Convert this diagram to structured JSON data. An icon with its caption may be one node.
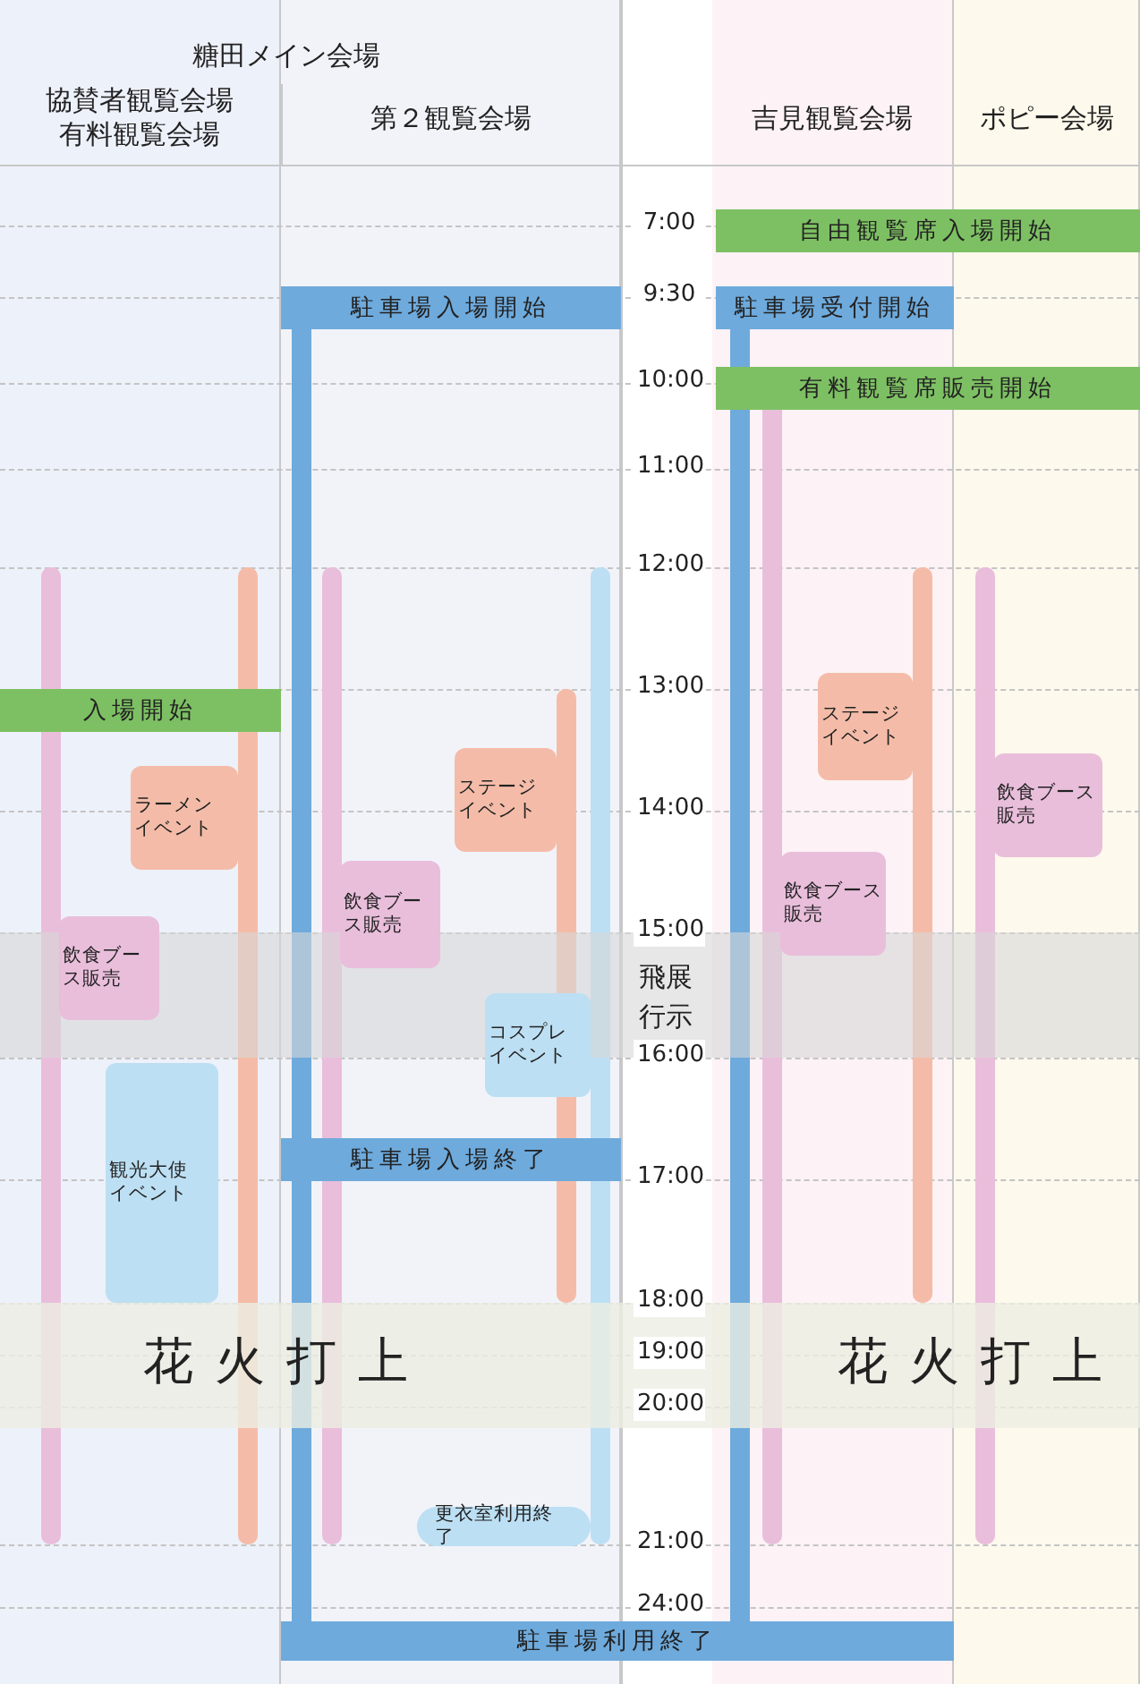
{
  "diagram": {
    "nodes": [
      {
        "text": [
          "自由観覧席入場開始"
        ]
      },
      {
        "text": [
          "駐車場入場開始"
        ]
      },
      {
        "text": [
          "駐車場受付開始"
        ]
      },
      {
        "text": [
          "有料観覧席販売開始"
        ]
      },
      {
        "text": [
          "入場開始"
        ]
      },
      {
        "text": [
          "ラーメンイベント"
        ]
      },
      {
        "text": [
          "ステージイベント"
        ]
      },
      {
        "text": [
          "ステージイベント"
        ]
      },
      {
        "text": [
          "飲食ブース販売"
        ]
      },
      {
        "text": [
          "飲食ブース販売"
        ]
      },
      {
        "text": [
          "飲食ブース販売"
        ]
      },
      {
        "text": [
          "飲食ブース販売"
        ]
      },
      {
        "text": [
          "コスプレイベント"
        ]
      },
      {
        "text": [
          "観光大使イベント"
        ]
      },
      {
        "text": [
          "駐車場入場終了"
        ]
      },
      {
        "text": [
          "更衣室利用終了"
        ]
      },
      {
        "text": [
          "駐車場利用終了"
        ]
      },
      {
        "text": [
          "飛展行示"
        ]
      },
      {
        "text": [
          "花火打上",
          "花火打上"
        ]
      }
    ],
    "labels": [
      "糖田メイン会場",
      "協賛者観覧会場有料観覧会場",
      "第２観覧会場",
      "吉見観覧会場",
      "ポピー会場",
      "7:00",
      "9:30",
      "10:00",
      "11:00",
      "12:00",
      "13:00",
      "14:00",
      "15:00",
      "16:00",
      "17:00",
      "18:00",
      "19:00",
      "20:00",
      "21:00",
      "24:00"
    ]
  }
}
